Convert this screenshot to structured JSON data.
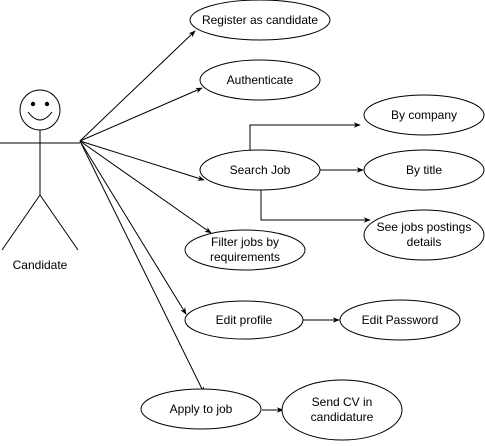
{
  "actor": {
    "label": "Candidate"
  },
  "use_cases": {
    "register": [
      "Register as candidate"
    ],
    "authenticate": [
      "Authenticate"
    ],
    "search_job": [
      "Search Job"
    ],
    "by_company": [
      "By company"
    ],
    "by_title": [
      "By title"
    ],
    "see_details": [
      "See jobs postings",
      "details"
    ],
    "filter_jobs": [
      "Filter jobs by",
      "requirements"
    ],
    "edit_profile": [
      "Edit profile"
    ],
    "edit_password": [
      "Edit Password"
    ],
    "apply_job": [
      "Apply to job"
    ],
    "send_cv": [
      "Send CV in",
      "candidature"
    ]
  },
  "colors": {
    "stroke": "#000000",
    "fill": "#ffffff"
  }
}
